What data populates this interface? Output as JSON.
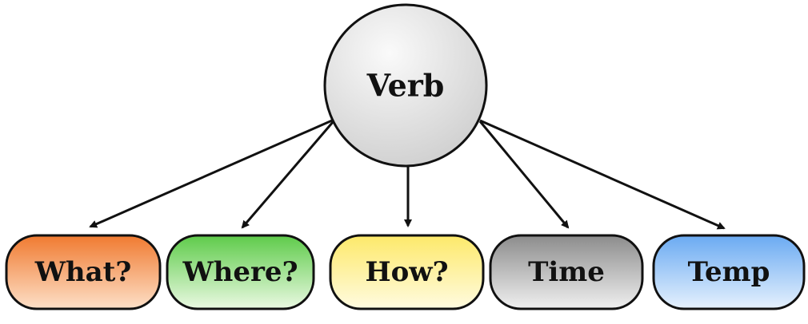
{
  "root": {
    "label": "Verb"
  },
  "children": [
    {
      "label": "What?",
      "color_top": "#f07a30",
      "color_bottom": "#fde0c8"
    },
    {
      "label": "Where?",
      "color_top": "#5ecb4a",
      "color_bottom": "#eaf9e2"
    },
    {
      "label": "How?",
      "color_top": "#fde96a",
      "color_bottom": "#fffbe0"
    },
    {
      "label": "Time",
      "color_top": "#8c8c8c",
      "color_bottom": "#f0f0f0"
    },
    {
      "label": "Temp",
      "color_top": "#6aaaf2",
      "color_bottom": "#e6f1fd"
    }
  ],
  "root_fill": {
    "color_top": "#fafafa",
    "color_bottom": "#cfcfcf"
  },
  "stroke_color": "#111111"
}
